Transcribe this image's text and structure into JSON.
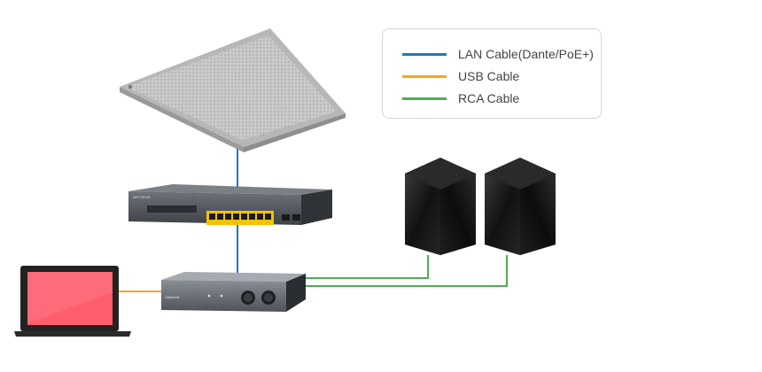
{
  "legend": {
    "items": [
      {
        "label": "LAN Cable(Dante/PoE+)",
        "color": "#1f77c4"
      },
      {
        "label": "USB Cable",
        "color": "#f5a623"
      },
      {
        "label": "RCA Cable",
        "color": "#4caf50"
      }
    ]
  },
  "devices": {
    "switch_brand": "NETGEAR",
    "interface_brand": "YAMAHA"
  }
}
